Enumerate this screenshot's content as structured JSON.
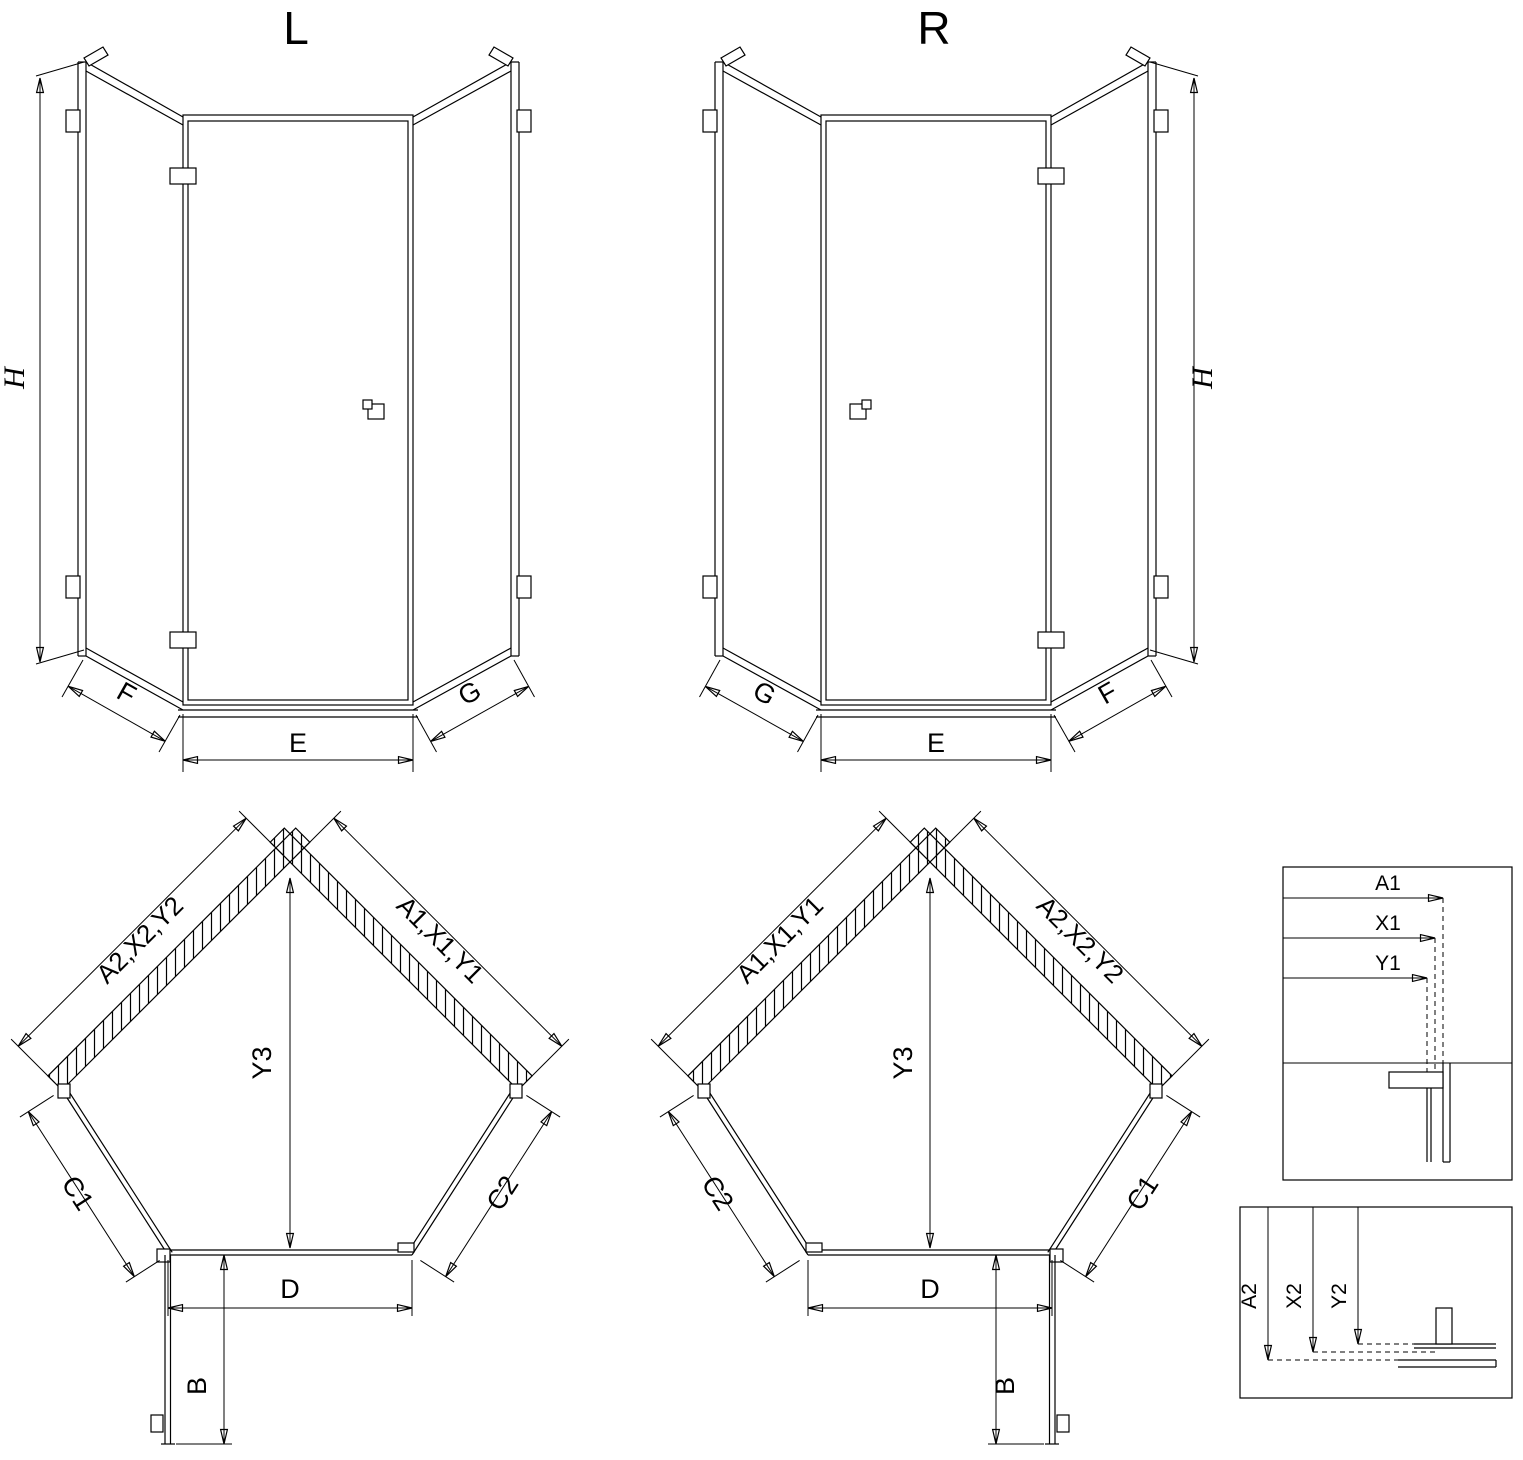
{
  "style": {
    "background": "#ffffff",
    "line_color": "#000000"
  },
  "views": {
    "elevation_left": {
      "title": "L",
      "dim_height": "H",
      "dim_left_panel": "F",
      "dim_door": "E",
      "dim_right_panel": "G"
    },
    "elevation_right": {
      "title": "R",
      "dim_height": "H",
      "dim_left_panel": "G",
      "dim_door": "E",
      "dim_right_panel": "F"
    },
    "plan_left": {
      "wall_left": "A2,X2,Y2",
      "wall_right": "A1,X1,Y1",
      "dim_depth": "Y3",
      "dim_side_left": "C1",
      "dim_side_right": "C2",
      "dim_door": "D",
      "dim_entry": "B"
    },
    "plan_right": {
      "wall_left": "A1,X1,Y1",
      "wall_right": "A2,X2,Y2",
      "dim_depth": "Y3",
      "dim_side_left": "C2",
      "dim_side_right": "C1",
      "dim_door": "D",
      "dim_entry": "B"
    },
    "detail_top": {
      "labels": [
        "A1",
        "X1",
        "Y1"
      ]
    },
    "detail_bottom": {
      "labels": [
        "A2",
        "X2",
        "Y2"
      ]
    }
  }
}
